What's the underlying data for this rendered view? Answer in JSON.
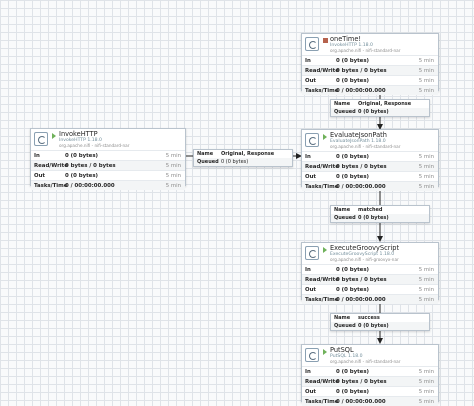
{
  "processors": [
    {
      "id": "onetime",
      "name": "oneTime!",
      "state": "stopped",
      "type": "InvokeHTTP 1.18.0",
      "bundle": "org.apache.nifi - nifi-standard-nar",
      "stats": [
        {
          "label": "In",
          "value": "0 (0 bytes)",
          "time": "5 min"
        },
        {
          "label": "Read/Write",
          "value": "0 bytes / 0 bytes",
          "time": "5 min"
        },
        {
          "label": "Out",
          "value": "0 (0 bytes)",
          "time": "5 min"
        },
        {
          "label": "Tasks/Time",
          "value": "0 / 00:00:00.000",
          "time": "5 min"
        }
      ]
    },
    {
      "id": "invokehttp",
      "name": "InvokeHTTP",
      "state": "running",
      "type": "InvokeHTTP 1.18.0",
      "bundle": "org.apache.nifi - nifi-standard-nar",
      "stats": [
        {
          "label": "In",
          "value": "0 (0 bytes)",
          "time": "5 min"
        },
        {
          "label": "Read/Write",
          "value": "0 bytes / 0 bytes",
          "time": "5 min"
        },
        {
          "label": "Out",
          "value": "0 (0 bytes)",
          "time": "5 min"
        },
        {
          "label": "Tasks/Time",
          "value": "0 / 00:00:00.000",
          "time": "5 min"
        }
      ]
    },
    {
      "id": "evaluatejsonpath",
      "name": "EvaluateJsonPath",
      "state": "running",
      "type": "EvaluateJsonPath 1.18.0",
      "bundle": "org.apache.nifi - nifi-standard-nar",
      "stats": [
        {
          "label": "In",
          "value": "0 (0 bytes)",
          "time": "5 min"
        },
        {
          "label": "Read/Write",
          "value": "0 bytes / 0 bytes",
          "time": "5 min"
        },
        {
          "label": "Out",
          "value": "0 (0 bytes)",
          "time": "5 min"
        },
        {
          "label": "Tasks/Time",
          "value": "0 / 00:00:00.000",
          "time": "5 min"
        }
      ]
    },
    {
      "id": "executegroovyscript",
      "name": "ExecuteGroovyScript",
      "state": "running",
      "type": "ExecuteGroovyScript 1.18.0",
      "bundle": "org.apache.nifi - nifi-groovyx-nar",
      "stats": [
        {
          "label": "In",
          "value": "0 (0 bytes)",
          "time": "5 min"
        },
        {
          "label": "Read/Write",
          "value": "0 bytes / 0 bytes",
          "time": "5 min"
        },
        {
          "label": "Out",
          "value": "0 (0 bytes)",
          "time": "5 min"
        },
        {
          "label": "Tasks/Time",
          "value": "0 / 00:00:00.000",
          "time": "5 min"
        }
      ]
    },
    {
      "id": "putsql",
      "name": "PutSQL",
      "state": "running",
      "type": "PutSQL 1.18.0",
      "bundle": "org.apache.nifi - nifi-standard-nar",
      "stats": [
        {
          "label": "In",
          "value": "0 (0 bytes)",
          "time": "5 min"
        },
        {
          "label": "Read/Write",
          "value": "0 bytes / 0 bytes",
          "time": "5 min"
        },
        {
          "label": "Out",
          "value": "0 (0 bytes)",
          "time": "5 min"
        },
        {
          "label": "Tasks/Time",
          "value": "0 / 00:00:00.000",
          "time": "5 min"
        }
      ]
    }
  ],
  "connections": [
    {
      "id": "c1",
      "name_label": "Name",
      "name": "Original, Response",
      "queued_label": "Queued",
      "queued": "0 (0 bytes)"
    },
    {
      "id": "c2",
      "name_label": "Name",
      "name": "Original, Response",
      "queued_label": "Queued",
      "queued": "0 (0 bytes)"
    },
    {
      "id": "c3",
      "name_label": "Name",
      "name": "matched",
      "queued_label": "Queued",
      "queued": "0 (0 bytes)"
    },
    {
      "id": "c4",
      "name_label": "Name",
      "name": "success",
      "queued_label": "Queued",
      "queued": "0 (0 bytes)"
    }
  ],
  "colors": {
    "running": "#6fb15a",
    "stopped": "#b6624d",
    "connection_line": "#222222",
    "grid": "#dfe3e8"
  }
}
